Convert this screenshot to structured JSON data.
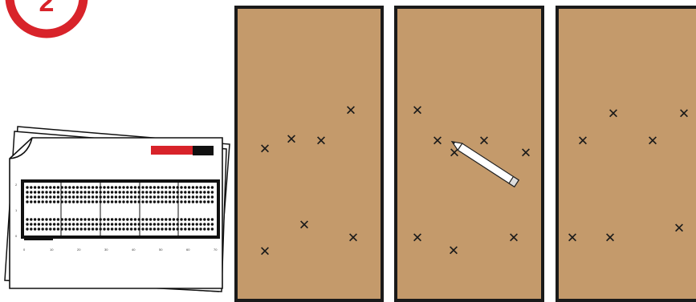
{
  "step_badge": {
    "number": "2",
    "color": "#d8232a"
  },
  "template_sheet": {
    "y_ticks": [
      "2",
      "1",
      "0"
    ],
    "x_ticks": [
      "0",
      "10",
      "20",
      "30",
      "40",
      "50",
      "60",
      "70"
    ],
    "tape_color": "#d8232a"
  },
  "panels": {
    "panel_1": {
      "mark_symbol": "✕",
      "mark_count": 7
    },
    "panel_2": {
      "mark_symbol": "✕",
      "mark_count": 8,
      "tool": "pencil-icon"
    },
    "panel_3": {
      "mark_symbol": "✕",
      "mark_count": 7
    }
  },
  "colors": {
    "board": "#c49a6b",
    "frame": "#1a1a1a",
    "accent": "#d8232a"
  }
}
